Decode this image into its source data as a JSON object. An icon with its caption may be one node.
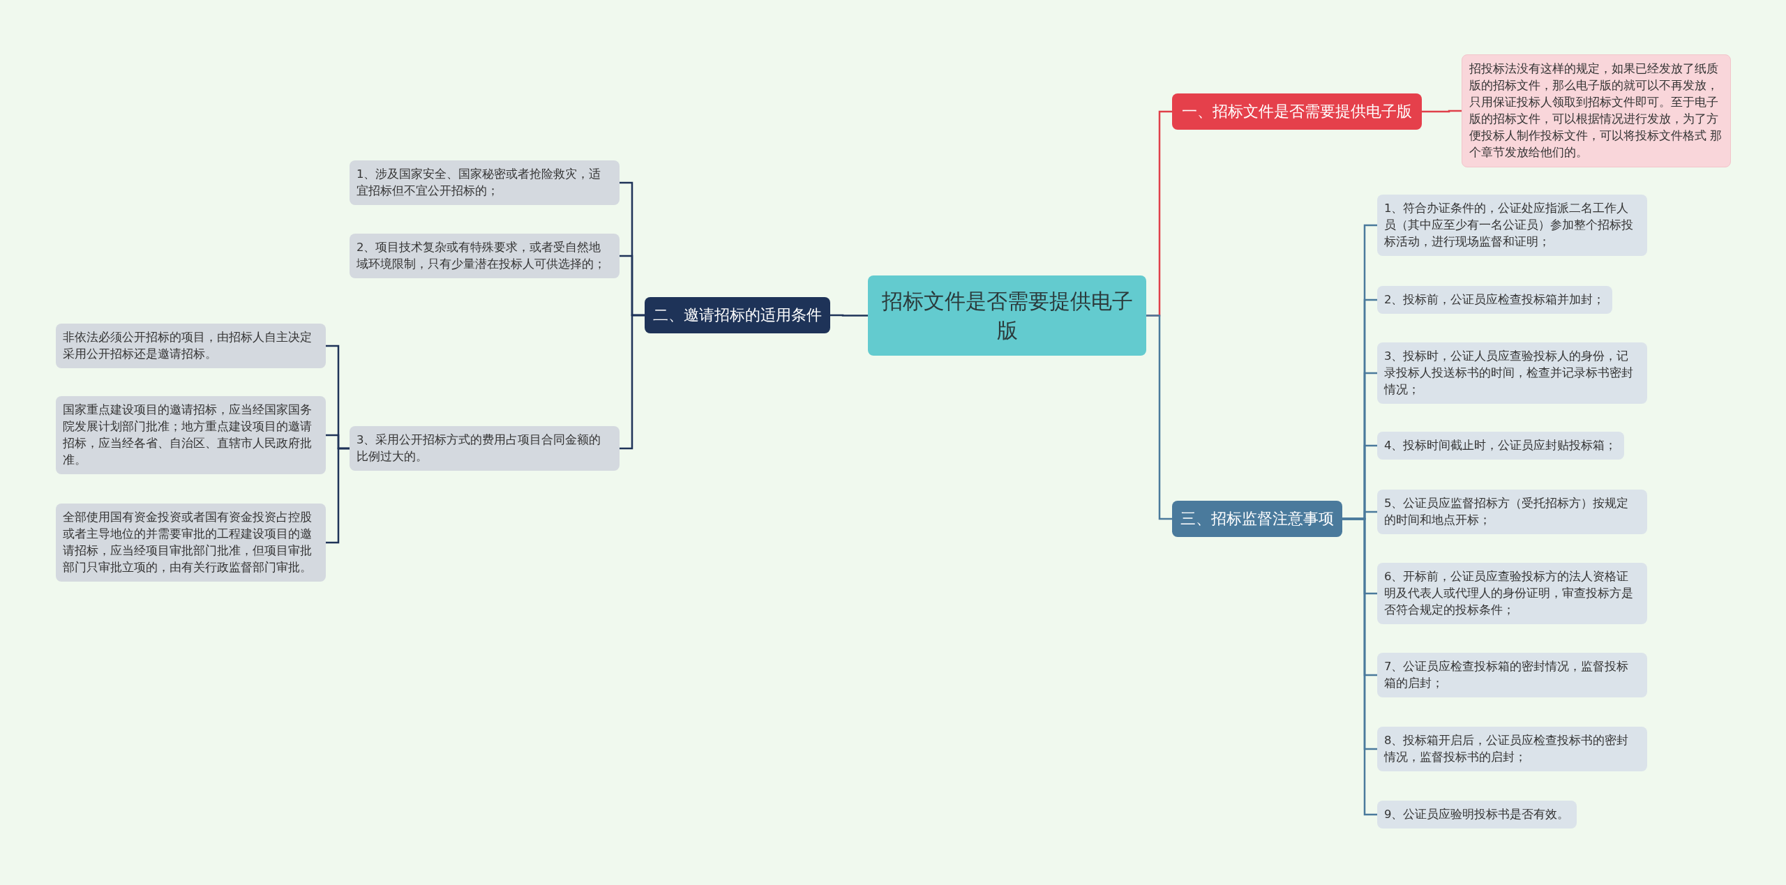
{
  "diagram": {
    "nodes": [
      {
        "text": [
          "招标文件是否需要提供电子版"
        ]
      },
      {
        "text": [
          "一、招标文件是否需要提供电子版"
        ]
      },
      {
        "text": [
          "招投标法没有这样的规定，如果已经发放了纸质版的招标文件，那么电子版的就可以不再发放，只用保证投标人领取到招标文件即可。至于电子版的招标文件，可以根据情况进行发放，为了方便投标人制作投标文件，可以将投标文件格式 那个章节发放给他们的。"
        ]
      },
      {
        "text": [
          "二、邀请招标的适用条件"
        ]
      },
      {
        "text": [
          "1、涉及国家安全、国家秘密或者抢险救灾，适宜招标但不宜公开招标的；"
        ]
      },
      {
        "text": [
          "2、项目技术复杂或有特殊要求，或者受自然地域环境限制，只有少量潜在投标人可供选择的；"
        ]
      },
      {
        "text": [
          "3、采用公开招标方式的费用占项目合同金额的比例过大的。"
        ]
      },
      {
        "text": [
          "非依法必须公开招标的项目，由招标人自主决定采用公开招标还是邀请招标。"
        ]
      },
      {
        "text": [
          "国家重点建设项目的邀请招标，应当经国家国务院发展计划部门批准；地方重点建设项目的邀请招标，应当经各省、自治区、直辖市人民政府批准。"
        ]
      },
      {
        "text": [
          "全部使用国有资金投资或者国有资金投资占控股或者主导地位的并需要审批的工程建设项目的邀请招标，应当经项目审批部门批准，但项目审批部门只审批立项的，由有关行政监督部门审批。"
        ]
      },
      {
        "text": [
          "三、招标监督注意事项"
        ]
      },
      {
        "text": [
          "1、符合办证条件的，公证处应指派二名工作人员（其中应至少有一名公证员）参加整个招标投标活动，进行现场监督和证明；"
        ]
      },
      {
        "text": [
          "2、投标前，公证员应检查投标箱并加封；"
        ]
      },
      {
        "text": [
          "3、投标时，公证人员应查验投标人的身份，记录投标人投送标书的时间，检查并记录标书密封情况；"
        ]
      },
      {
        "text": [
          "4、投标时间截止时，公证员应封贴投标箱；"
        ]
      },
      {
        "text": [
          "5、公证员应监督招标方（受托招标方）按规定的时间和地点开标；"
        ]
      },
      {
        "text": [
          "6、开标前，公证员应查验投标方的法人资格证明及代表人或代理人的身份证明，审查投标方是否符合规定的投标条件；"
        ]
      },
      {
        "text": [
          "7、公证员应检查投标箱的密封情况，监督投标箱的启封；"
        ]
      },
      {
        "text": [
          "8、投标箱开启后，公证员应检查投标书的密封情况，监督投标书的启封；"
        ]
      },
      {
        "text": [
          "9、公证员应验明投标书是否有效。"
        ]
      }
    ],
    "edges": [
      {
        "from": 0,
        "to": 1,
        "arrow": "none",
        "color": "#e0404a"
      },
      {
        "from": 1,
        "to": 2,
        "arrow": "none",
        "color": "#e0404a"
      },
      {
        "from": 0,
        "to": 3,
        "arrow": "none",
        "color": "#1e3358"
      },
      {
        "from": 3,
        "to": 4,
        "arrow": "none",
        "color": "#1e3358"
      },
      {
        "from": 3,
        "to": 5,
        "arrow": "none",
        "color": "#1e3358"
      },
      {
        "from": 3,
        "to": 6,
        "arrow": "none",
        "color": "#1e3358"
      },
      {
        "from": 6,
        "to": 7,
        "arrow": "none",
        "color": "#1e3358"
      },
      {
        "from": 6,
        "to": 8,
        "arrow": "none",
        "color": "#1e3358"
      },
      {
        "from": 6,
        "to": 9,
        "arrow": "none",
        "color": "#1e3358"
      },
      {
        "from": 0,
        "to": 10,
        "arrow": "none"
      },
      {
        "from": 10,
        "to": 11,
        "arrow": "none"
      },
      {
        "from": 10,
        "to": 12,
        "arrow": "none"
      },
      {
        "from": 10,
        "to": 13,
        "arrow": "none"
      },
      {
        "from": 10,
        "to": 14,
        "arrow": "none"
      },
      {
        "from": 10,
        "to": 15,
        "arrow": "none"
      },
      {
        "from": 10,
        "to": 16,
        "arrow": "none"
      },
      {
        "from": 10,
        "to": 17,
        "arrow": "none"
      },
      {
        "from": 10,
        "to": 18,
        "arrow": "none"
      },
      {
        "from": 10,
        "to": 19,
        "arrow": "none"
      }
    ]
  }
}
